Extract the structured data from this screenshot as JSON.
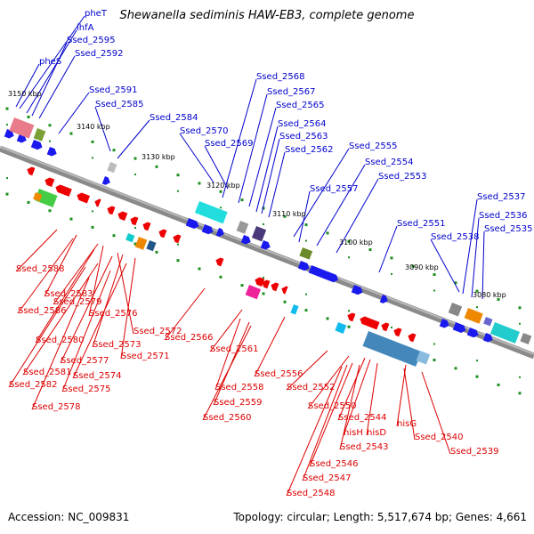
{
  "title": "Shewanella sediminis HAW-EB3, complete genome",
  "footer": {
    "accession": "Accession: NC_009831",
    "summary": "Topology: circular; Length: 5,517,674 bp; Genes: 4,661"
  },
  "colors": {
    "forward_label": "#0000cc",
    "reverse_label": "#dd0000",
    "forward_gene": "#1a1aee",
    "reverse_gene": "#ee0000",
    "backbone": "#7a7a7a",
    "tick": "#1f8f1f"
  },
  "scale_labels": [
    "3150 kbp",
    "3140 kbp",
    "3130 kbp",
    "3120 kbp",
    "3110 kbp",
    "3100 kbp",
    "3090 kbp",
    "3080 kbp"
  ],
  "forward_labels": [
    "pheT",
    "ihfA",
    "Ssed_2595",
    "pheS",
    "Ssed_2592",
    "Ssed_2591",
    "Ssed_2585",
    "Ssed_2584",
    "Ssed_2570",
    "Ssed_2569",
    "Ssed_2568",
    "Ssed_2567",
    "Ssed_2565",
    "Ssed_2564",
    "Ssed_2563",
    "Ssed_2562",
    "Ssed_2555",
    "Ssed_2554",
    "Ssed_2557",
    "Ssed_2553",
    "Ssed_2551",
    "Ssed_2538",
    "Ssed_2537",
    "Ssed_2536",
    "Ssed_2535"
  ],
  "reverse_labels": [
    "Ssed_2588",
    "Ssed_2583",
    "Ssed_2586",
    "Ssed_2579",
    "Ssed_2576",
    "Ssed_2580",
    "Ssed_2572",
    "Ssed_2573",
    "Ssed_2577",
    "Ssed_2571",
    "Ssed_2581",
    "Ssed_2574",
    "Ssed_2582",
    "Ssed_2575",
    "Ssed_2578",
    "Ssed_2566",
    "Ssed_2561",
    "Ssed_2556",
    "Ssed_2558",
    "Ssed_2552",
    "Ssed_2559",
    "Ssed_2560",
    "Ssed_2550",
    "Ssed_2544",
    "hisH",
    "hisD",
    "hisG",
    "Ssed_2543",
    "Ssed_2540",
    "Ssed_2539",
    "Ssed_2546",
    "Ssed_2547",
    "Ssed_2548"
  ]
}
